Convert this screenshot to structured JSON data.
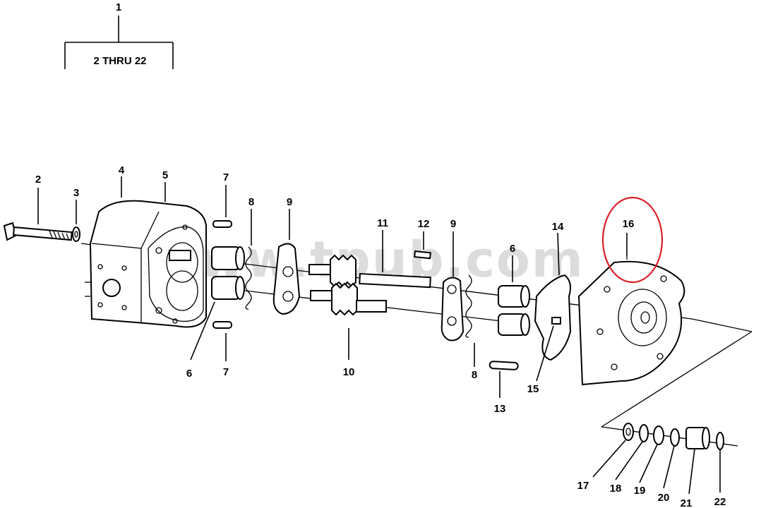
{
  "callouts": [
    {
      "id": "c1",
      "text": "1"
    },
    {
      "id": "c2",
      "text": "2"
    },
    {
      "id": "c3",
      "text": "3"
    },
    {
      "id": "c4",
      "text": "4"
    },
    {
      "id": "c5",
      "text": "5"
    },
    {
      "id": "c6a",
      "text": "6"
    },
    {
      "id": "c6b",
      "text": "6"
    },
    {
      "id": "c7a",
      "text": "7"
    },
    {
      "id": "c7b",
      "text": "7"
    },
    {
      "id": "c8a",
      "text": "8"
    },
    {
      "id": "c8b",
      "text": "8"
    },
    {
      "id": "c9a",
      "text": "9"
    },
    {
      "id": "c9b",
      "text": "9"
    },
    {
      "id": "c10",
      "text": "10"
    },
    {
      "id": "c11",
      "text": "11"
    },
    {
      "id": "c12",
      "text": "12"
    },
    {
      "id": "c13",
      "text": "13"
    },
    {
      "id": "c14",
      "text": "14"
    },
    {
      "id": "c15",
      "text": "15"
    },
    {
      "id": "c16",
      "text": "16"
    },
    {
      "id": "c17",
      "text": "17"
    },
    {
      "id": "c18",
      "text": "18"
    },
    {
      "id": "c19",
      "text": "19"
    },
    {
      "id": "c20",
      "text": "20"
    },
    {
      "id": "c21",
      "text": "21"
    },
    {
      "id": "c22",
      "text": "22"
    }
  ],
  "group_label": "2 THRU 22",
  "watermark": "www.tpub.com",
  "highlight_color": "#d9202a"
}
